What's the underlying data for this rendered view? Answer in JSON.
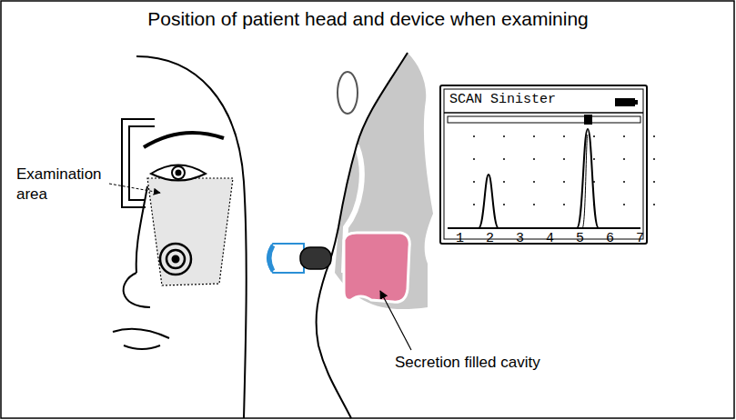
{
  "diagram": {
    "title": "Position of patient head and device when examining",
    "nodes": [
      {
        "text": [
          "SCAN Sinister"
        ]
      }
    ],
    "labels": [
      "Examination area",
      "Secretion filled cavity",
      "1",
      "2",
      "3",
      "4",
      "5",
      "6",
      "7"
    ]
  }
}
